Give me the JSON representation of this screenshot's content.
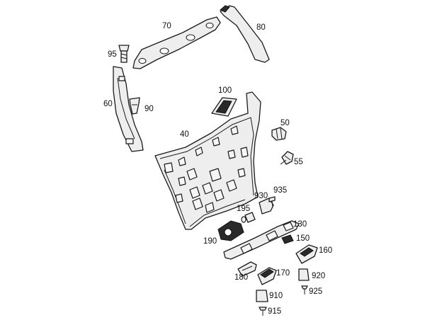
{
  "labels": {
    "p70": "70",
    "p80": "80",
    "p95": "95",
    "p60": "60",
    "p90": "90",
    "p100": "100",
    "p40": "40",
    "p50": "50",
    "p55": "55",
    "p930": "930",
    "p935": "935",
    "p195": "195",
    "p130": "130",
    "p150": "150",
    "p190": "190",
    "p160": "160",
    "p180": "180",
    "p170": "170",
    "p920": "920",
    "p925": "925",
    "p910": "910",
    "p915": "915"
  }
}
